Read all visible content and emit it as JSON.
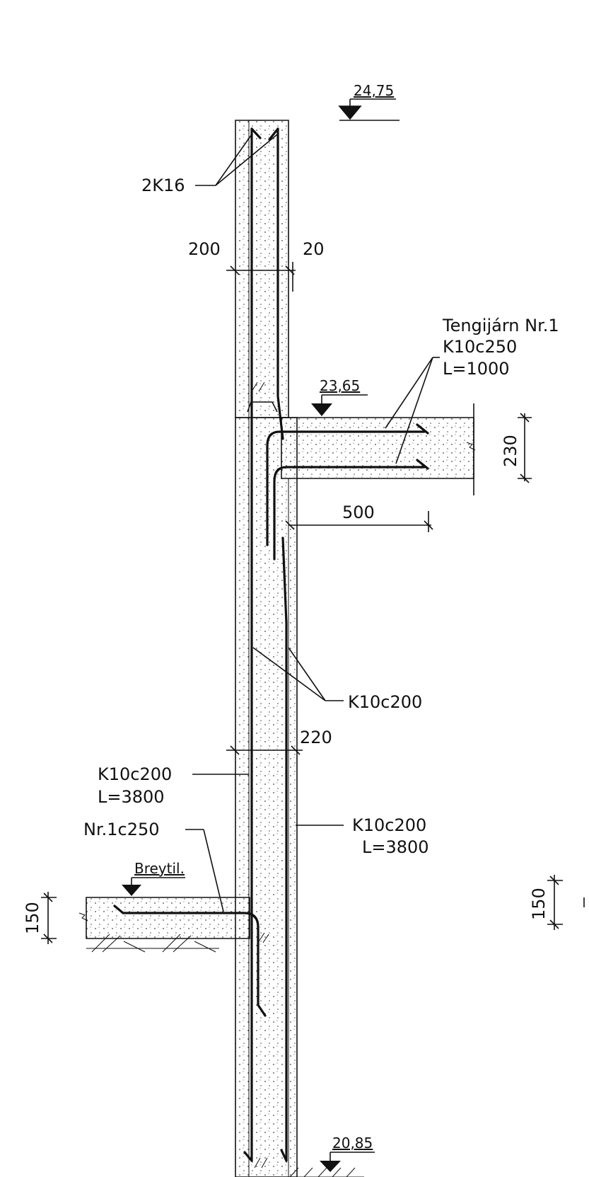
{
  "elevations": {
    "top": "24,75",
    "slab": "23,65",
    "ground": "Breytil.",
    "bottom": "20,85"
  },
  "dimensions": {
    "wall_upper": "200",
    "offset": "20",
    "slab_thickness": "230",
    "slab_length": "500",
    "wall_lower": "220",
    "ground_slab_left": "150",
    "ground_slab_right": "150"
  },
  "labels": {
    "top_bars": "2K16",
    "tie_title": "Tengijárn  Nr.1",
    "tie_spec": "K10c250",
    "tie_length": "L=1000",
    "wall_bars": "K10c200",
    "left_bars_spec": "K10c200",
    "left_bars_length": "L=3800",
    "right_bars_spec": "K10c200",
    "right_bars_length": "L=3800",
    "ground_bars": "Nr.1c250"
  }
}
